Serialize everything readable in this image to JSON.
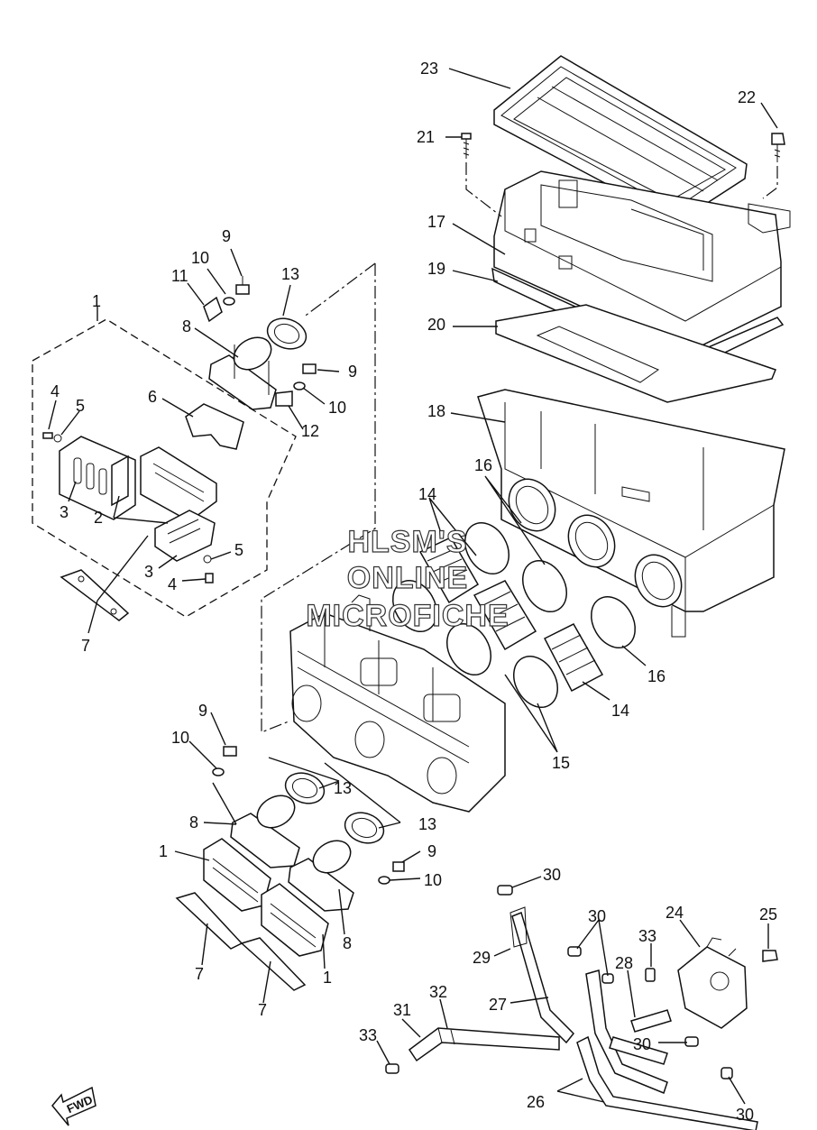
{
  "watermark": {
    "line1": "HLSM'S",
    "line2": "ONLINE",
    "line3": "MICROFICHE"
  },
  "fwd_label": "FWD",
  "callouts": [
    {
      "id": "c23",
      "text": "23"
    },
    {
      "id": "c22",
      "text": "22"
    },
    {
      "id": "c21",
      "text": "21"
    },
    {
      "id": "c17",
      "text": "17"
    },
    {
      "id": "c19",
      "text": "19"
    },
    {
      "id": "c20",
      "text": "20"
    },
    {
      "id": "c18",
      "text": "18"
    },
    {
      "id": "c16a",
      "text": "16"
    },
    {
      "id": "c16b",
      "text": "16"
    },
    {
      "id": "c14a",
      "text": "14"
    },
    {
      "id": "c14b",
      "text": "14"
    },
    {
      "id": "c15",
      "text": "15"
    },
    {
      "id": "c9a",
      "text": "9"
    },
    {
      "id": "c10a",
      "text": "10"
    },
    {
      "id": "c11",
      "text": "11"
    },
    {
      "id": "c13a",
      "text": "13"
    },
    {
      "id": "c8a",
      "text": "8"
    },
    {
      "id": "c9b",
      "text": "9"
    },
    {
      "id": "c10b",
      "text": "10"
    },
    {
      "id": "c12",
      "text": "12"
    },
    {
      "id": "c6",
      "text": "6"
    },
    {
      "id": "c1a",
      "text": "1"
    },
    {
      "id": "c4a",
      "text": "4"
    },
    {
      "id": "c5a",
      "text": "5"
    },
    {
      "id": "c3a",
      "text": "3"
    },
    {
      "id": "c2",
      "text": "2"
    },
    {
      "id": "c3b",
      "text": "3"
    },
    {
      "id": "c5b",
      "text": "5"
    },
    {
      "id": "c4b",
      "text": "4"
    },
    {
      "id": "c7a",
      "text": "7"
    },
    {
      "id": "c9c",
      "text": "9"
    },
    {
      "id": "c10c",
      "text": "10"
    },
    {
      "id": "c13b",
      "text": "13"
    },
    {
      "id": "c13c",
      "text": "13"
    },
    {
      "id": "c8b",
      "text": "8"
    },
    {
      "id": "c9d",
      "text": "9"
    },
    {
      "id": "c1b",
      "text": "1"
    },
    {
      "id": "c10d",
      "text": "10"
    },
    {
      "id": "c8c",
      "text": "8"
    },
    {
      "id": "c1c",
      "text": "1"
    },
    {
      "id": "c7b",
      "text": "7"
    },
    {
      "id": "c7c",
      "text": "7"
    },
    {
      "id": "c30a",
      "text": "30"
    },
    {
      "id": "c30b",
      "text": "30"
    },
    {
      "id": "c24",
      "text": "24"
    },
    {
      "id": "c25",
      "text": "25"
    },
    {
      "id": "c33a",
      "text": "33"
    },
    {
      "id": "c29",
      "text": "29"
    },
    {
      "id": "c28",
      "text": "28"
    },
    {
      "id": "c27",
      "text": "27"
    },
    {
      "id": "c31",
      "text": "31"
    },
    {
      "id": "c32",
      "text": "32"
    },
    {
      "id": "c33b",
      "text": "33"
    },
    {
      "id": "c30c",
      "text": "30"
    },
    {
      "id": "c26",
      "text": "26"
    },
    {
      "id": "c30d",
      "text": "30"
    }
  ]
}
